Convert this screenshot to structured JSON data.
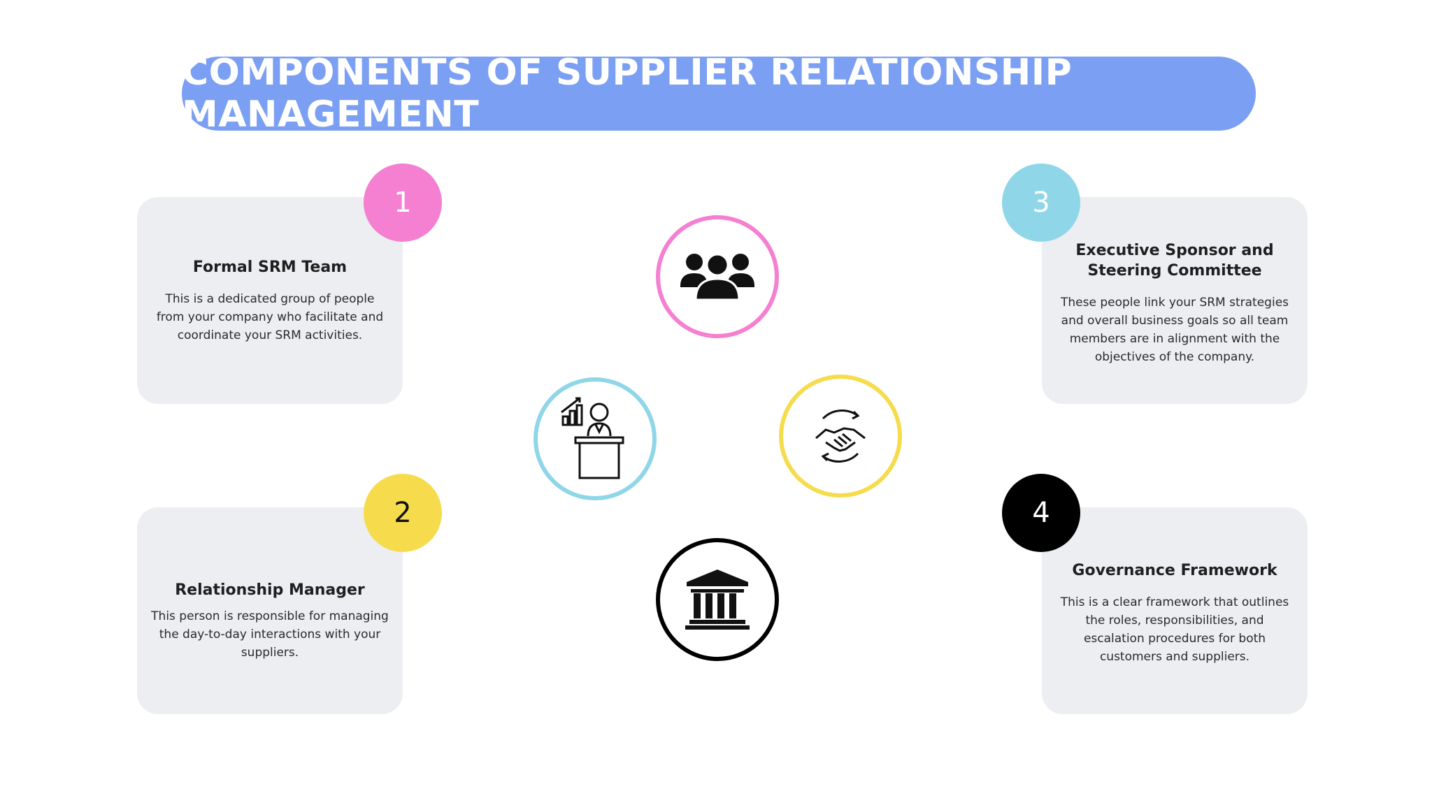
{
  "title": "COMPONENTS OF SUPPLIER RELATIONSHIP MANAGEMENT",
  "components": [
    {
      "number": "1",
      "heading": "Formal SRM Team",
      "description": "This is a dedicated group of people from your company who facilitate and coordinate your SRM activities.",
      "color": "#f57fd0",
      "icon": "team-icon"
    },
    {
      "number": "2",
      "heading": "Relationship Manager",
      "description": "This person is responsible for managing the day-to-day interactions with your suppliers.",
      "color": "#f6dc4d",
      "icon": "presenter-icon"
    },
    {
      "number": "3",
      "heading": "Executive Sponsor and Steering Committee",
      "description": "These people link your SRM strategies and overall business goals so all team members are in alignment with the objectives of the company.",
      "color": "#8fd6e8",
      "icon": "handshake-icon"
    },
    {
      "number": "4",
      "heading": "Governance Framework",
      "description": "This is a clear framework that outlines the roles, responsibilities, and escalation procedures for both customers and suppliers.",
      "color": "#000000",
      "icon": "institution-icon"
    }
  ],
  "colors": {
    "banner": "#7b9ff2",
    "card": "#eceef1",
    "ring_team": "#f57fd0",
    "ring_presenter": "#8fd6e8",
    "ring_handshake": "#f6dc4d",
    "ring_institution": "#000000"
  }
}
